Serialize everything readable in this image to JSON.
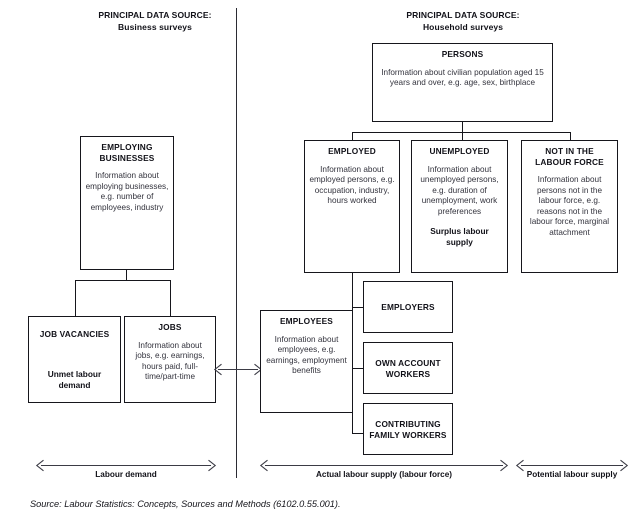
{
  "figure": {
    "source_note": "Source: Labour Statistics: Concepts, Sources and Methods (6102.0.55.001)."
  },
  "columns": {
    "left": {
      "heading_line1": "PRINCIPAL DATA SOURCE:",
      "heading_line2": "Business surveys"
    },
    "right": {
      "heading_line1": "PRINCIPAL DATA SOURCE:",
      "heading_line2": "Household surveys"
    }
  },
  "boxes": {
    "persons": {
      "title": "PERSONS",
      "desc": "Information about civilian population aged 15 years and over, e.g. age, sex, birthplace"
    },
    "employing_businesses": {
      "title": "EMPLOYING BUSINESSES",
      "desc": "Information about employing businesses, e.g. number of employees, industry"
    },
    "employed": {
      "title": "EMPLOYED",
      "desc": "Information about employed persons, e.g. occupation, industry, hours worked"
    },
    "unemployed": {
      "title": "UNEMPLOYED",
      "desc": "Information about unemployed persons, e.g. duration of unemployment, work preferences",
      "note": "Surplus labour supply"
    },
    "not_in_labour_force": {
      "title": "NOT IN THE LABOUR FORCE",
      "desc": "Information about persons not in the labour force, e.g. reasons not in the labour force, marginal attachment"
    },
    "job_vacancies": {
      "title": "JOB VACANCIES",
      "note": "Unmet labour demand"
    },
    "jobs": {
      "title": "JOBS",
      "desc": "Information about jobs, e.g. earnings, hours paid, full-time/part-time"
    },
    "employees": {
      "title": "EMPLOYEES",
      "desc": "Information about employees, e.g. earnings, employment benefits"
    },
    "employers": {
      "title": "EMPLOYERS"
    },
    "own_account_workers": {
      "title": "OWN ACCOUNT WORKERS"
    },
    "contributing_family_workers": {
      "title": "CONTRIBUTING FAMILY WORKERS"
    }
  },
  "axes": [
    {
      "id": "labour-demand",
      "label": "Labour demand"
    },
    {
      "id": "actual-labour-supply",
      "label": "Actual labour supply (labour force)"
    },
    {
      "id": "potential-labour-supply",
      "label": "Potential labour supply"
    }
  ],
  "colors": {
    "line": "#16161c",
    "text": "#111118",
    "body_text": "#33333d",
    "background": "#ffffff"
  }
}
